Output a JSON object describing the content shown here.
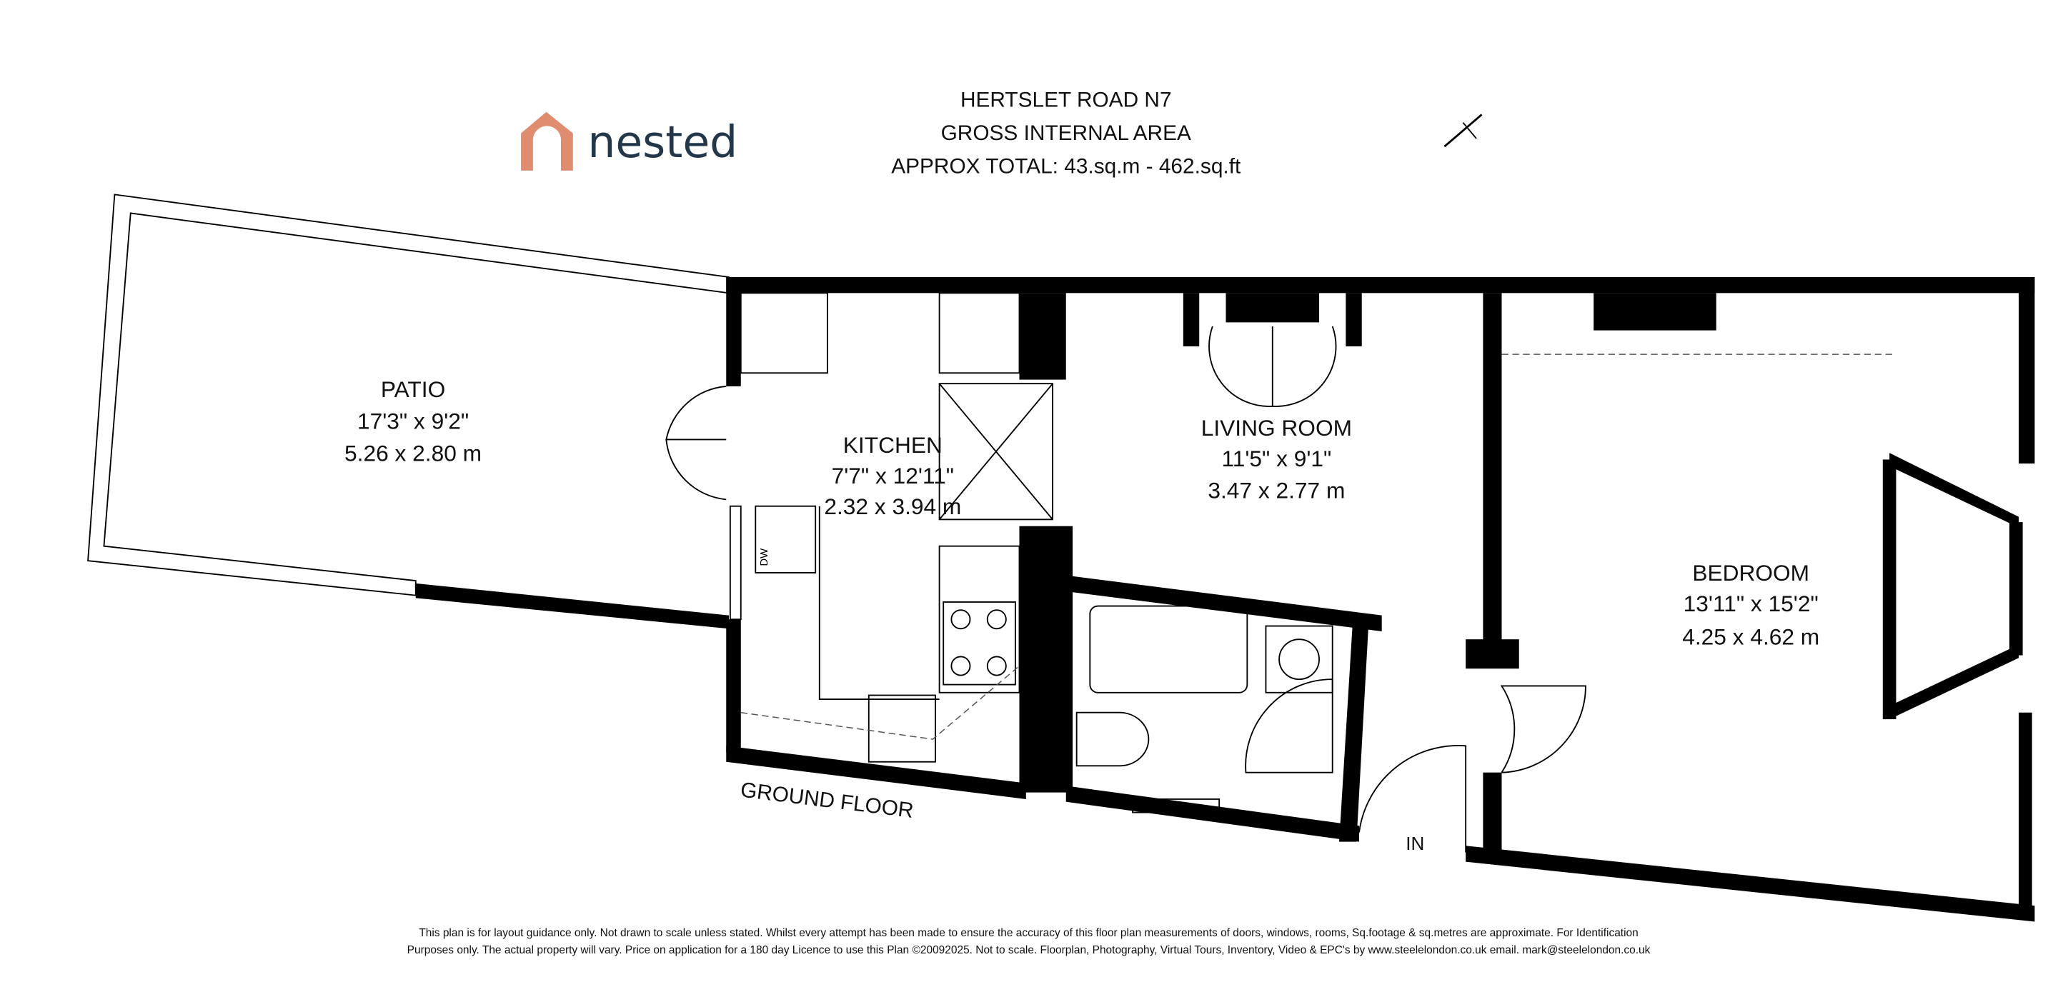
{
  "brand": {
    "name": "nested",
    "colors": {
      "house": "#e08c6e",
      "text": "#22384a"
    }
  },
  "header": {
    "line1": "HERTSLET ROAD N7",
    "line2": "GROSS INTERNAL AREA",
    "line3": "APPROX TOTAL: 43.sq.m - 462.sq.ft"
  },
  "compass_icon": "north-arrow-icon",
  "rooms": [
    {
      "name": "PATIO",
      "imperial": "17'3\" x 9'2\"",
      "metric": "5.26 x 2.80 m"
    },
    {
      "name": "KITCHEN",
      "imperial": "7'7\" x 12'11\"",
      "metric": "2.32 x 3.94 m"
    },
    {
      "name": "LIVING ROOM",
      "imperial": "11'5\" x 9'1\"",
      "metric": "3.47 x 2.77 m"
    },
    {
      "name": "BEDROOM",
      "imperial": "13'11\" x 15'2\"",
      "metric": "4.25 x 4.62 m"
    }
  ],
  "floor_label": "GROUND FLOOR",
  "entrance_label": "IN",
  "appliance_label": "DW",
  "footer": {
    "line1": "This plan is for layout guidance only. Not drawn to scale unless stated. Whilst every attempt has been made to ensure the accuracy of this floor plan measurements of doors, windows, rooms, Sq.footage & sq.metres are approximate. For Identification",
    "line2": "Purposes only. The actual property will vary. Price on application for a 180 day Licence to use this Plan ©20092025. Not to scale. Floorplan, Photography, Virtual Tours, Inventory, Video & EPC's by www.steelelondon.co.uk  email. mark@steelelondon.co.uk"
  }
}
